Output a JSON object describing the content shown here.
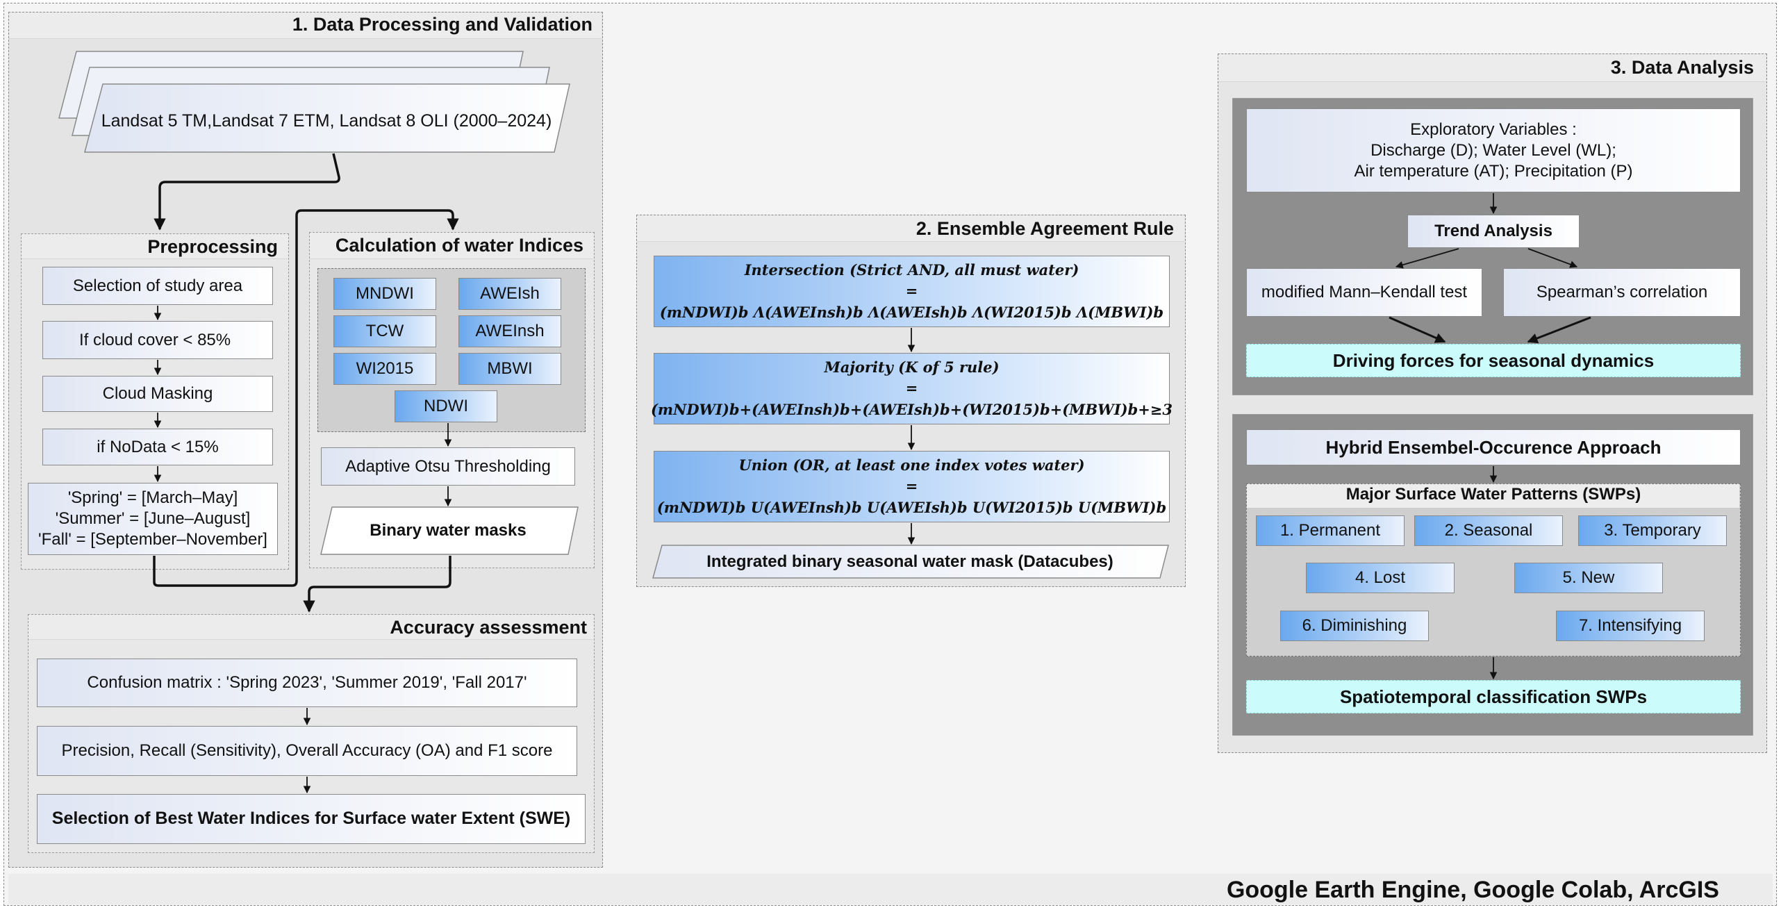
{
  "footer": "Google Earth Engine, Google Colab, ArcGIS",
  "section1": {
    "title": "1. Data Processing and Validation",
    "source": "Landsat 5 TM,Landsat 7 ETM, Landsat 8 OLI (2000–2024)",
    "preprocessing": {
      "title": "Preprocessing",
      "steps": [
        "Selection of study area",
        "If cloud cover < 85%",
        "Cloud Masking",
        "if NoData < 15%"
      ],
      "seasons": [
        "'Spring' = [March–May]",
        "'Summer' = [June–August]",
        "'Fall' = [September–November]"
      ]
    },
    "indices": {
      "title": "Calculation of water Indices",
      "items": [
        "MNDWI",
        "AWEIsh",
        "TCW",
        "AWEInsh",
        "WI2015",
        "MBWI",
        "NDWI"
      ],
      "otsu": "Adaptive Otsu Thresholding",
      "masks": "Binary water masks"
    },
    "accuracy": {
      "title": "Accuracy assessment",
      "confusion": "Confusion matrix : 'Spring 2023', 'Summer 2019', 'Fall 2017'",
      "metrics": "Precision, Recall (Sensitivity), Overall Accuracy (OA)  and F1 score",
      "selection": "Selection of Best Water Indices for Surface water Extent (SWE)"
    }
  },
  "section2": {
    "title": "2. Ensemble Agreement Rule",
    "rules": [
      {
        "name": "Intersection (Strict AND, all must water)",
        "eq": "=",
        "formula": "(mNDWI)b Λ(AWEInsh)b Λ(AWEIsh)b Λ(WI2015)b Λ(MBWI)b"
      },
      {
        "name": "Majority (K of 5 rule)",
        "eq": "=",
        "formula": "(mNDWI)b+(AWEInsh)b+(AWEIsh)b+(WI2015)b+(MBWI)b+≥3"
      },
      {
        "name": "Union (OR, at least one index votes water)",
        "eq": "=",
        "formula": "(mNDWI)b U(AWEInsh)b U(AWEIsh)b U(WI2015)b U(MBWI)b"
      }
    ],
    "output": "Integrated binary seasonal water mask (Datacubes)"
  },
  "section3": {
    "title": "3. Data Analysis",
    "variables": [
      "Exploratory Variables :",
      "Discharge (D); Water Level (WL);",
      "Air temperature (AT); Precipitation (P)"
    ],
    "trend": "Trend Analysis",
    "mk": "modified Mann–Kendall test",
    "spearman": "Spearman’s correlation",
    "driving": "Driving forces for seasonal dynamics",
    "hybrid": "Hybrid Ensembel-Occurence Approach",
    "swp_title": "Major Surface Water Patterns (SWPs)",
    "patterns": [
      "1. Permanent",
      "2. Seasonal",
      "3. Temporary",
      "4. Lost",
      "5. New",
      "6. Diminishing",
      "7. Intensifying"
    ],
    "classification": "Spatiotemporal classification SWPs"
  }
}
